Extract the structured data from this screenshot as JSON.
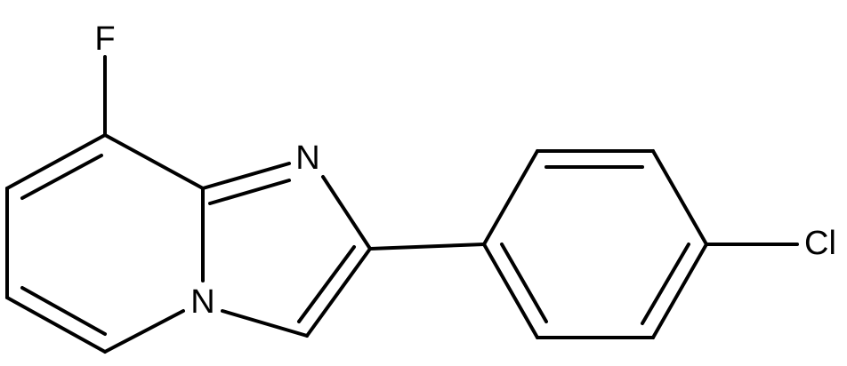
{
  "structure": {
    "atoms": {
      "fluorine": "F",
      "nitrogen_imidazole": "N",
      "nitrogen_bridgehead": "N",
      "chlorine": "Cl"
    }
  },
  "colors": {
    "bond": "#000000",
    "label": "#000000",
    "background": "#ffffff"
  }
}
